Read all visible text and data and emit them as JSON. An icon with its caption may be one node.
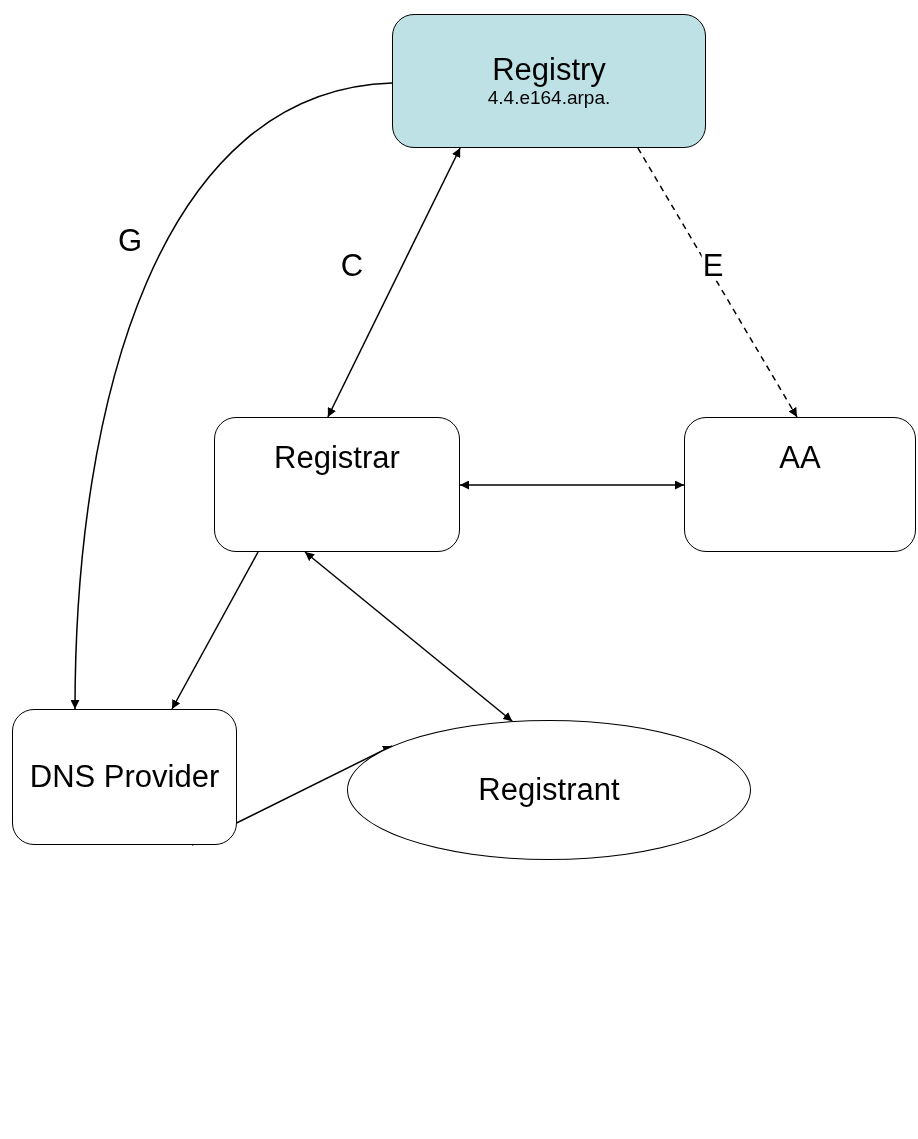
{
  "diagram": {
    "nodes": [
      {
        "text": [
          "Registry",
          "4.4.e164.arpa."
        ]
      },
      {
        "text": [
          "Registrar"
        ]
      },
      {
        "text": [
          "AA"
        ]
      },
      {
        "text": [
          "DNS Provider"
        ]
      },
      {
        "text": [
          "Registrant"
        ]
      }
    ],
    "edges": [
      {
        "from": 0,
        "to": 3,
        "arrow": "to",
        "label": "G"
      },
      {
        "from": 0,
        "to": 1,
        "arrow": "both",
        "label": "C"
      },
      {
        "from": 0,
        "to": 2,
        "arrow": "to",
        "label": "E",
        "style": "dashed"
      },
      {
        "from": 1,
        "to": 2,
        "arrow": "both"
      },
      {
        "from": 1,
        "to": 3,
        "arrow": "to"
      },
      {
        "from": 1,
        "to": 4,
        "arrow": "both"
      },
      {
        "from": 3,
        "to": 4,
        "arrow": "both"
      }
    ]
  }
}
